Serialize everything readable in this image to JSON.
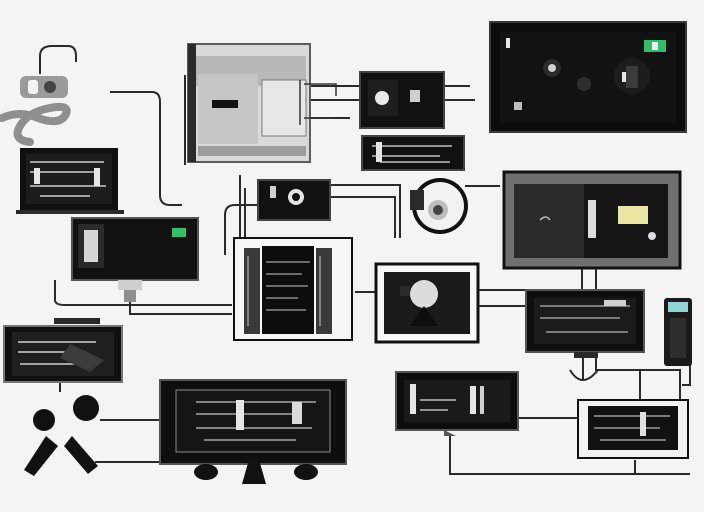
{
  "scene": {
    "style": "abstract monochrome illustration of connected screens and devices",
    "palette": {
      "background": "#f4f4f4",
      "ink": "#0b0b0b",
      "wire": "#2a2a2a",
      "gray": "#8f8f8f",
      "light_gray": "#cfcfcf",
      "accent_green": "#2fbf6a",
      "accent_yellow": "#e8e6a0",
      "accent_teal": "#8fd3d6"
    },
    "devices": [
      {
        "name": "webcam-icon",
        "kind": "camera"
      },
      {
        "name": "cable-coil-icon",
        "kind": "cable"
      },
      {
        "name": "server-rack-icon",
        "kind": "hardware"
      },
      {
        "name": "laptop-icon",
        "kind": "laptop"
      },
      {
        "name": "monitor-icon",
        "kind": "screen"
      },
      {
        "name": "speaker-icon",
        "kind": "audio"
      },
      {
        "name": "remote-icon",
        "kind": "controller"
      },
      {
        "name": "headphones-icon",
        "kind": "audio"
      }
    ]
  }
}
